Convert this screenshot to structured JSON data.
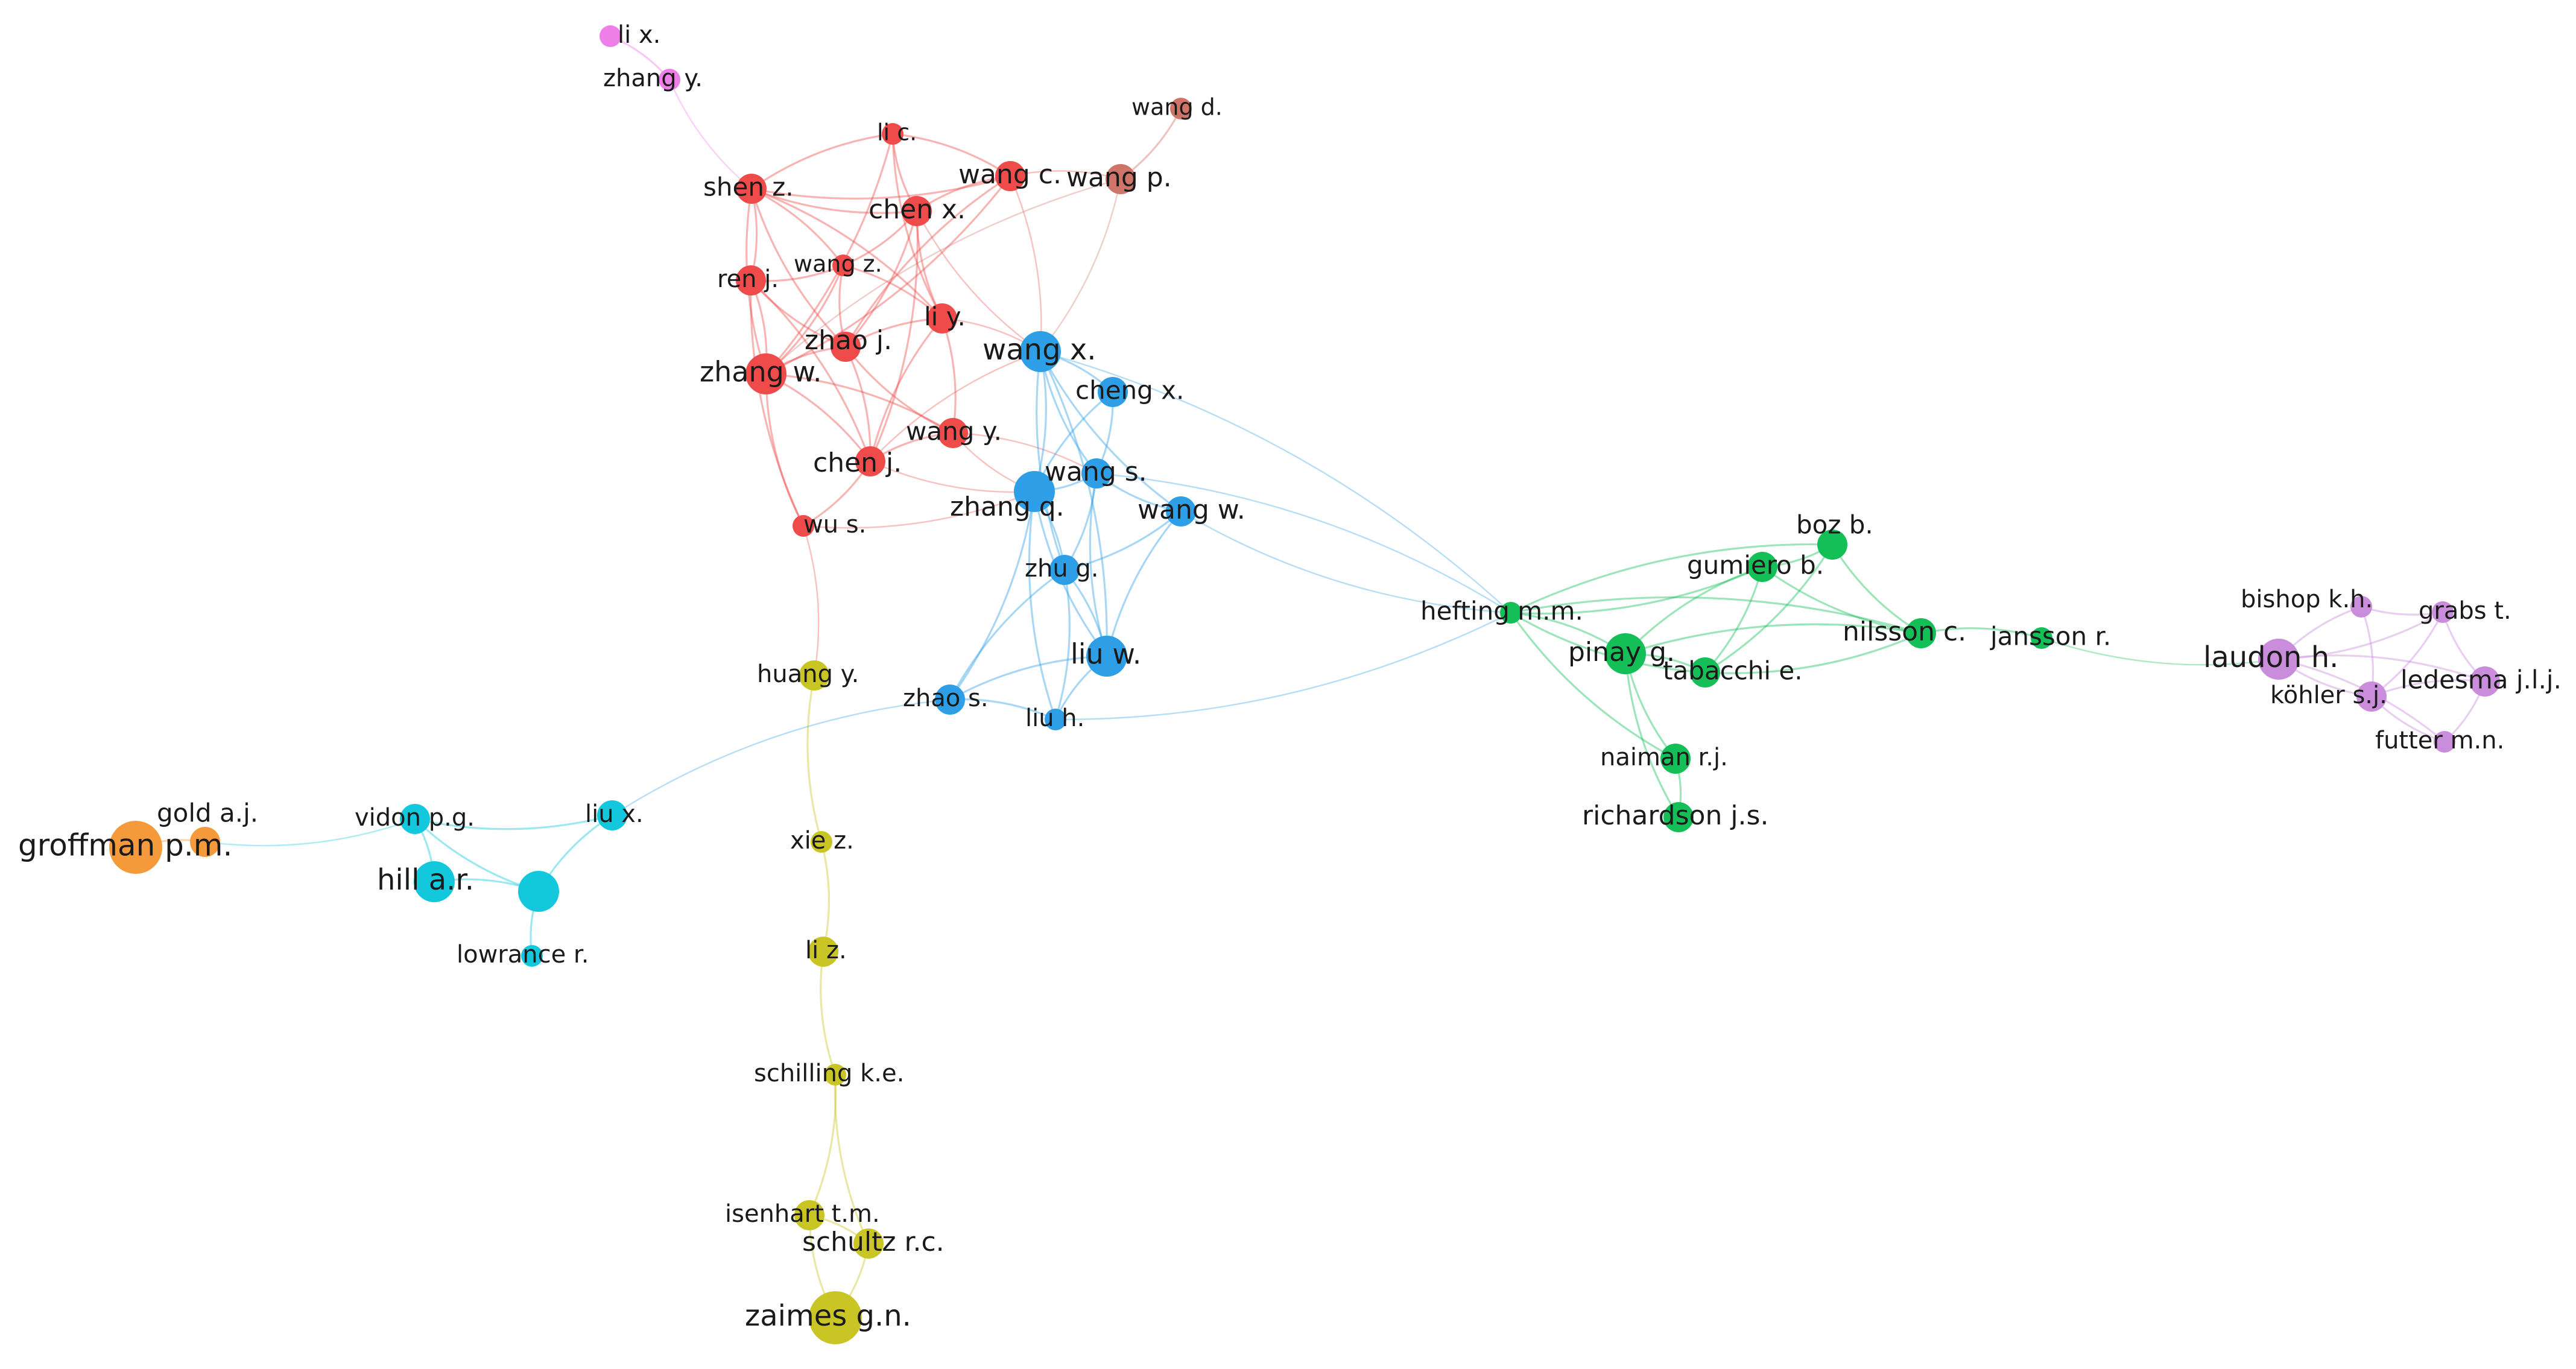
{
  "network": {
    "colors": {
      "red": "#ef4b4b",
      "blue": "#2e9fe6",
      "green": "#14bf57",
      "purple": "#c98ddb",
      "yellow": "#c9c524",
      "cyan": "#13c8dc",
      "orange": "#f59a3a",
      "pink": "#ef7fe8",
      "brown": "#cf7468"
    },
    "nodes": [
      {
        "id": "li_x_pink",
        "label": "li x.",
        "cluster": "pink",
        "size": 1
      },
      {
        "id": "zhang_y",
        "label": "zhang y.",
        "cluster": "pink",
        "size": 1
      },
      {
        "id": "li_c",
        "label": "li c.",
        "cluster": "red",
        "size": 1
      },
      {
        "id": "wang_d",
        "label": "wang d.",
        "cluster": "brown",
        "size": 1
      },
      {
        "id": "shen_z",
        "label": "shen z.",
        "cluster": "red",
        "size": 2
      },
      {
        "id": "wang_c",
        "label": "wang c.",
        "cluster": "red",
        "size": 2
      },
      {
        "id": "wang_p",
        "label": "wang p.",
        "cluster": "brown",
        "size": 2
      },
      {
        "id": "chen_x",
        "label": "chen x.",
        "cluster": "red",
        "size": 2
      },
      {
        "id": "wang_z",
        "label": "wang z.",
        "cluster": "red",
        "size": 1
      },
      {
        "id": "ren_j",
        "label": "ren j.",
        "cluster": "red",
        "size": 2
      },
      {
        "id": "li_y",
        "label": "li y.",
        "cluster": "red",
        "size": 2
      },
      {
        "id": "zhao_j",
        "label": "zhao j.",
        "cluster": "red",
        "size": 2
      },
      {
        "id": "zhang_w",
        "label": "zhang w.",
        "cluster": "red",
        "size": 3
      },
      {
        "id": "wang_y",
        "label": "wang y.",
        "cluster": "red",
        "size": 2
      },
      {
        "id": "chen_j",
        "label": "chen j.",
        "cluster": "red",
        "size": 2
      },
      {
        "id": "wu_s",
        "label": "wu s.",
        "cluster": "red",
        "size": 1
      },
      {
        "id": "wang_x",
        "label": "wang x.",
        "cluster": "blue",
        "size": 3
      },
      {
        "id": "cheng_x",
        "label": "cheng x.",
        "cluster": "blue",
        "size": 2
      },
      {
        "id": "wang_s",
        "label": "wang s.",
        "cluster": "blue",
        "size": 2
      },
      {
        "id": "zhang_q",
        "label": "zhang q.",
        "cluster": "blue",
        "size": 3
      },
      {
        "id": "wang_w",
        "label": "wang w.",
        "cluster": "blue",
        "size": 2
      },
      {
        "id": "zhu_g",
        "label": "zhu g.",
        "cluster": "blue",
        "size": 2
      },
      {
        "id": "liu_w",
        "label": "liu w.",
        "cluster": "blue",
        "size": 3
      },
      {
        "id": "zhao_s",
        "label": "zhao s.",
        "cluster": "blue",
        "size": 2
      },
      {
        "id": "liu_h",
        "label": "liu h.",
        "cluster": "blue",
        "size": 1
      },
      {
        "id": "huang_y",
        "label": "huang y.",
        "cluster": "yellow",
        "size": 2
      },
      {
        "id": "xie_z",
        "label": "xie z.",
        "cluster": "yellow",
        "size": 1
      },
      {
        "id": "li_z",
        "label": "li z.",
        "cluster": "yellow",
        "size": 2
      },
      {
        "id": "schilling_ke",
        "label": "schilling k.e.",
        "cluster": "yellow",
        "size": 1
      },
      {
        "id": "isenhart_tm",
        "label": "isenhart t.m.",
        "cluster": "yellow",
        "size": 2
      },
      {
        "id": "schultz_rc",
        "label": "schultz r.c.",
        "cluster": "yellow",
        "size": 2
      },
      {
        "id": "zaimes_gn",
        "label": "zaimes g.n.",
        "cluster": "yellow",
        "size": 4
      },
      {
        "id": "vidon_pg",
        "label": "vidon p.g.",
        "cluster": "cyan",
        "size": 2
      },
      {
        "id": "liu_x",
        "label": "liu x.",
        "cluster": "cyan",
        "size": 2
      },
      {
        "id": "hill_ar",
        "label": "hill a.r.",
        "cluster": "cyan",
        "size": 3
      },
      {
        "id": "cyan_big",
        "label": "",
        "cluster": "cyan",
        "size": 3
      },
      {
        "id": "lowrance_r",
        "label": "lowrance r.",
        "cluster": "cyan",
        "size": 1
      },
      {
        "id": "gold_aj",
        "label": "gold a.j.",
        "cluster": "orange",
        "size": 2
      },
      {
        "id": "groffman_pm",
        "label": "groffman p.m.",
        "cluster": "orange",
        "size": 4
      },
      {
        "id": "hefting_mm",
        "label": "hefting m.m.",
        "cluster": "green",
        "size": 1
      },
      {
        "id": "boz_b",
        "label": "boz b.",
        "cluster": "green",
        "size": 2
      },
      {
        "id": "gumiero_b",
        "label": "gumiero b.",
        "cluster": "green",
        "size": 2
      },
      {
        "id": "nilsson_c",
        "label": "nilsson c.",
        "cluster": "green",
        "size": 2
      },
      {
        "id": "jansson_r",
        "label": "jansson r.",
        "cluster": "green",
        "size": 1
      },
      {
        "id": "pinay_g",
        "label": "pinay g.",
        "cluster": "green",
        "size": 3
      },
      {
        "id": "tabacchi_e",
        "label": "tabacchi e.",
        "cluster": "green",
        "size": 2
      },
      {
        "id": "naiman_rj",
        "label": "naiman r.j.",
        "cluster": "green",
        "size": 2
      },
      {
        "id": "richardson_js",
        "label": "richardson j.s.",
        "cluster": "green",
        "size": 2
      },
      {
        "id": "bishop_kh",
        "label": "bishop k.h.",
        "cluster": "purple",
        "size": 1
      },
      {
        "id": "grabs_t",
        "label": "grabs t.",
        "cluster": "purple",
        "size": 1
      },
      {
        "id": "laudon_h",
        "label": "laudon h.",
        "cluster": "purple",
        "size": 3
      },
      {
        "id": "ledesma_jlj",
        "label": "ledesma j.l.j.",
        "cluster": "purple",
        "size": 2
      },
      {
        "id": "kohler_sj",
        "label": "köhler s.j.",
        "cluster": "purple",
        "size": 2
      },
      {
        "id": "futter_mn",
        "label": "futter m.n.",
        "cluster": "purple",
        "size": 1
      }
    ],
    "edges": [
      [
        "li_x_pink",
        "zhang_y"
      ],
      [
        "zhang_y",
        "shen_z"
      ],
      [
        "shen_z",
        "li_c"
      ],
      [
        "shen_z",
        "chen_x"
      ],
      [
        "shen_z",
        "ren_j"
      ],
      [
        "shen_z",
        "zhang_w"
      ],
      [
        "shen_z",
        "wang_z"
      ],
      [
        "shen_z",
        "zhao_j"
      ],
      [
        "shen_z",
        "li_y"
      ],
      [
        "shen_z",
        "wang_c"
      ],
      [
        "li_c",
        "wang_c"
      ],
      [
        "li_c",
        "chen_x"
      ],
      [
        "li_c",
        "zhang_w"
      ],
      [
        "li_c",
        "li_y"
      ],
      [
        "wang_c",
        "wang_p"
      ],
      [
        "wang_c",
        "chen_x"
      ],
      [
        "wang_c",
        "zhang_w"
      ],
      [
        "wang_c",
        "zhao_j"
      ],
      [
        "wang_c",
        "wang_x"
      ],
      [
        "wang_p",
        "wang_d"
      ],
      [
        "wang_p",
        "wang_x"
      ],
      [
        "wang_p",
        "zhang_w"
      ],
      [
        "chen_x",
        "wang_z"
      ],
      [
        "chen_x",
        "li_y"
      ],
      [
        "chen_x",
        "zhao_j"
      ],
      [
        "chen_x",
        "wang_x"
      ],
      [
        "chen_x",
        "chen_j"
      ],
      [
        "ren_j",
        "wang_z"
      ],
      [
        "ren_j",
        "zhang_w"
      ],
      [
        "ren_j",
        "zhao_j"
      ],
      [
        "ren_j",
        "chen_j"
      ],
      [
        "ren_j",
        "wu_s"
      ],
      [
        "wang_z",
        "zhang_w"
      ],
      [
        "wang_z",
        "zhao_j"
      ],
      [
        "wang_z",
        "li_y"
      ],
      [
        "li_y",
        "zhao_j"
      ],
      [
        "li_y",
        "wang_y"
      ],
      [
        "li_y",
        "chen_j"
      ],
      [
        "li_y",
        "wang_x"
      ],
      [
        "zhao_j",
        "zhang_w"
      ],
      [
        "zhao_j",
        "chen_j"
      ],
      [
        "zhao_j",
        "wang_y"
      ],
      [
        "zhang_w",
        "chen_j"
      ],
      [
        "zhang_w",
        "wu_s"
      ],
      [
        "zhang_w",
        "wang_y"
      ],
      [
        "wang_y",
        "chen_j"
      ],
      [
        "wang_y",
        "wang_s"
      ],
      [
        "wang_y",
        "zhang_q"
      ],
      [
        "chen_j",
        "wu_s"
      ],
      [
        "chen_j",
        "zhang_q"
      ],
      [
        "chen_j",
        "wang_x"
      ],
      [
        "wu_s",
        "zhang_q"
      ],
      [
        "wang_x",
        "cheng_x"
      ],
      [
        "wang_x",
        "wang_s"
      ],
      [
        "wang_x",
        "zhang_q"
      ],
      [
        "wang_x",
        "zhu_g"
      ],
      [
        "wang_x",
        "liu_w"
      ],
      [
        "wang_x",
        "wang_w"
      ],
      [
        "cheng_x",
        "wang_s"
      ],
      [
        "cheng_x",
        "zhang_q"
      ],
      [
        "wang_s",
        "zhang_q"
      ],
      [
        "wang_s",
        "wang_w"
      ],
      [
        "wang_s",
        "zhu_g"
      ],
      [
        "wang_s",
        "liu_w"
      ],
      [
        "zhang_q",
        "zhu_g"
      ],
      [
        "zhang_q",
        "liu_w"
      ],
      [
        "zhang_q",
        "zhao_s"
      ],
      [
        "zhang_q",
        "liu_h"
      ],
      [
        "wang_w",
        "zhu_g"
      ],
      [
        "wang_w",
        "liu_w"
      ],
      [
        "zhu_g",
        "liu_w"
      ],
      [
        "zhu_g",
        "zhao_s"
      ],
      [
        "zhu_g",
        "liu_h"
      ],
      [
        "liu_w",
        "liu_h"
      ],
      [
        "zhao_s",
        "liu_h"
      ],
      [
        "liu_w",
        "zhao_s"
      ],
      [
        "wu_s",
        "huang_y"
      ],
      [
        "huang_y",
        "xie_z"
      ],
      [
        "xie_z",
        "li_z"
      ],
      [
        "li_z",
        "schilling_ke"
      ],
      [
        "schilling_ke",
        "isenhart_tm"
      ],
      [
        "schilling_ke",
        "schultz_rc"
      ],
      [
        "isenhart_tm",
        "schultz_rc"
      ],
      [
        "isenhart_tm",
        "zaimes_gn"
      ],
      [
        "schultz_rc",
        "zaimes_gn"
      ],
      [
        "zhao_s",
        "liu_x"
      ],
      [
        "liu_x",
        "vidon_pg"
      ],
      [
        "liu_x",
        "cyan_big"
      ],
      [
        "vidon_pg",
        "hill_ar"
      ],
      [
        "vidon_pg",
        "cyan_big"
      ],
      [
        "hill_ar",
        "cyan_big"
      ],
      [
        "cyan_big",
        "lowrance_r"
      ],
      [
        "vidon_pg",
        "gold_aj"
      ],
      [
        "gold_aj",
        "groffman_pm"
      ],
      [
        "wang_x",
        "hefting_mm"
      ],
      [
        "wang_w",
        "hefting_mm"
      ],
      [
        "wang_s",
        "hefting_mm"
      ],
      [
        "liu_h",
        "hefting_mm"
      ],
      [
        "hefting_mm",
        "pinay_g"
      ],
      [
        "hefting_mm",
        "gumiero_b"
      ],
      [
        "hefting_mm",
        "boz_b"
      ],
      [
        "hefting_mm",
        "tabacchi_e"
      ],
      [
        "hefting_mm",
        "nilsson_c"
      ],
      [
        "hefting_mm",
        "naiman_rj"
      ],
      [
        "boz_b",
        "gumiero_b"
      ],
      [
        "boz_b",
        "nilsson_c"
      ],
      [
        "boz_b",
        "tabacchi_e"
      ],
      [
        "gumiero_b",
        "pinay_g"
      ],
      [
        "gumiero_b",
        "tabacchi_e"
      ],
      [
        "gumiero_b",
        "nilsson_c"
      ],
      [
        "pinay_g",
        "tabacchi_e"
      ],
      [
        "pinay_g",
        "naiman_rj"
      ],
      [
        "pinay_g",
        "nilsson_c"
      ],
      [
        "tabacchi_e",
        "nilsson_c"
      ],
      [
        "naiman_rj",
        "richardson_js"
      ],
      [
        "pinay_g",
        "richardson_js"
      ],
      [
        "nilsson_c",
        "jansson_r"
      ],
      [
        "jansson_r",
        "laudon_h"
      ],
      [
        "laudon_h",
        "bishop_kh"
      ],
      [
        "laudon_h",
        "grabs_t"
      ],
      [
        "laudon_h",
        "ledesma_jlj"
      ],
      [
        "laudon_h",
        "kohler_sj"
      ],
      [
        "laudon_h",
        "futter_mn"
      ],
      [
        "bishop_kh",
        "grabs_t"
      ],
      [
        "bishop_kh",
        "kohler_sj"
      ],
      [
        "grabs_t",
        "ledesma_jlj"
      ],
      [
        "grabs_t",
        "kohler_sj"
      ],
      [
        "ledesma_jlj",
        "kohler_sj"
      ],
      [
        "ledesma_jlj",
        "futter_mn"
      ],
      [
        "kohler_sj",
        "futter_mn"
      ]
    ]
  }
}
